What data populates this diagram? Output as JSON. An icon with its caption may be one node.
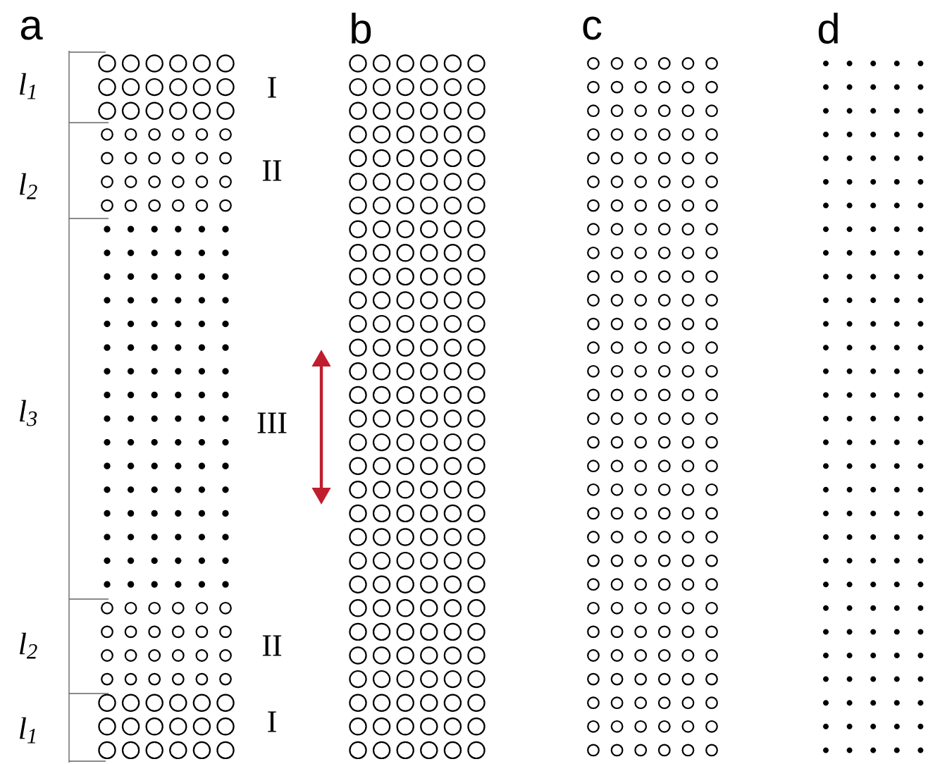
{
  "diagram": {
    "labels": [
      "a",
      "l$_{1}$",
      "I",
      "b",
      "c",
      "d",
      "l$_{2}$",
      "II",
      "l$_{3}$",
      "III",
      "l$_{2}$",
      "II",
      "l$_{1}$",
      "I"
    ]
  }
}
